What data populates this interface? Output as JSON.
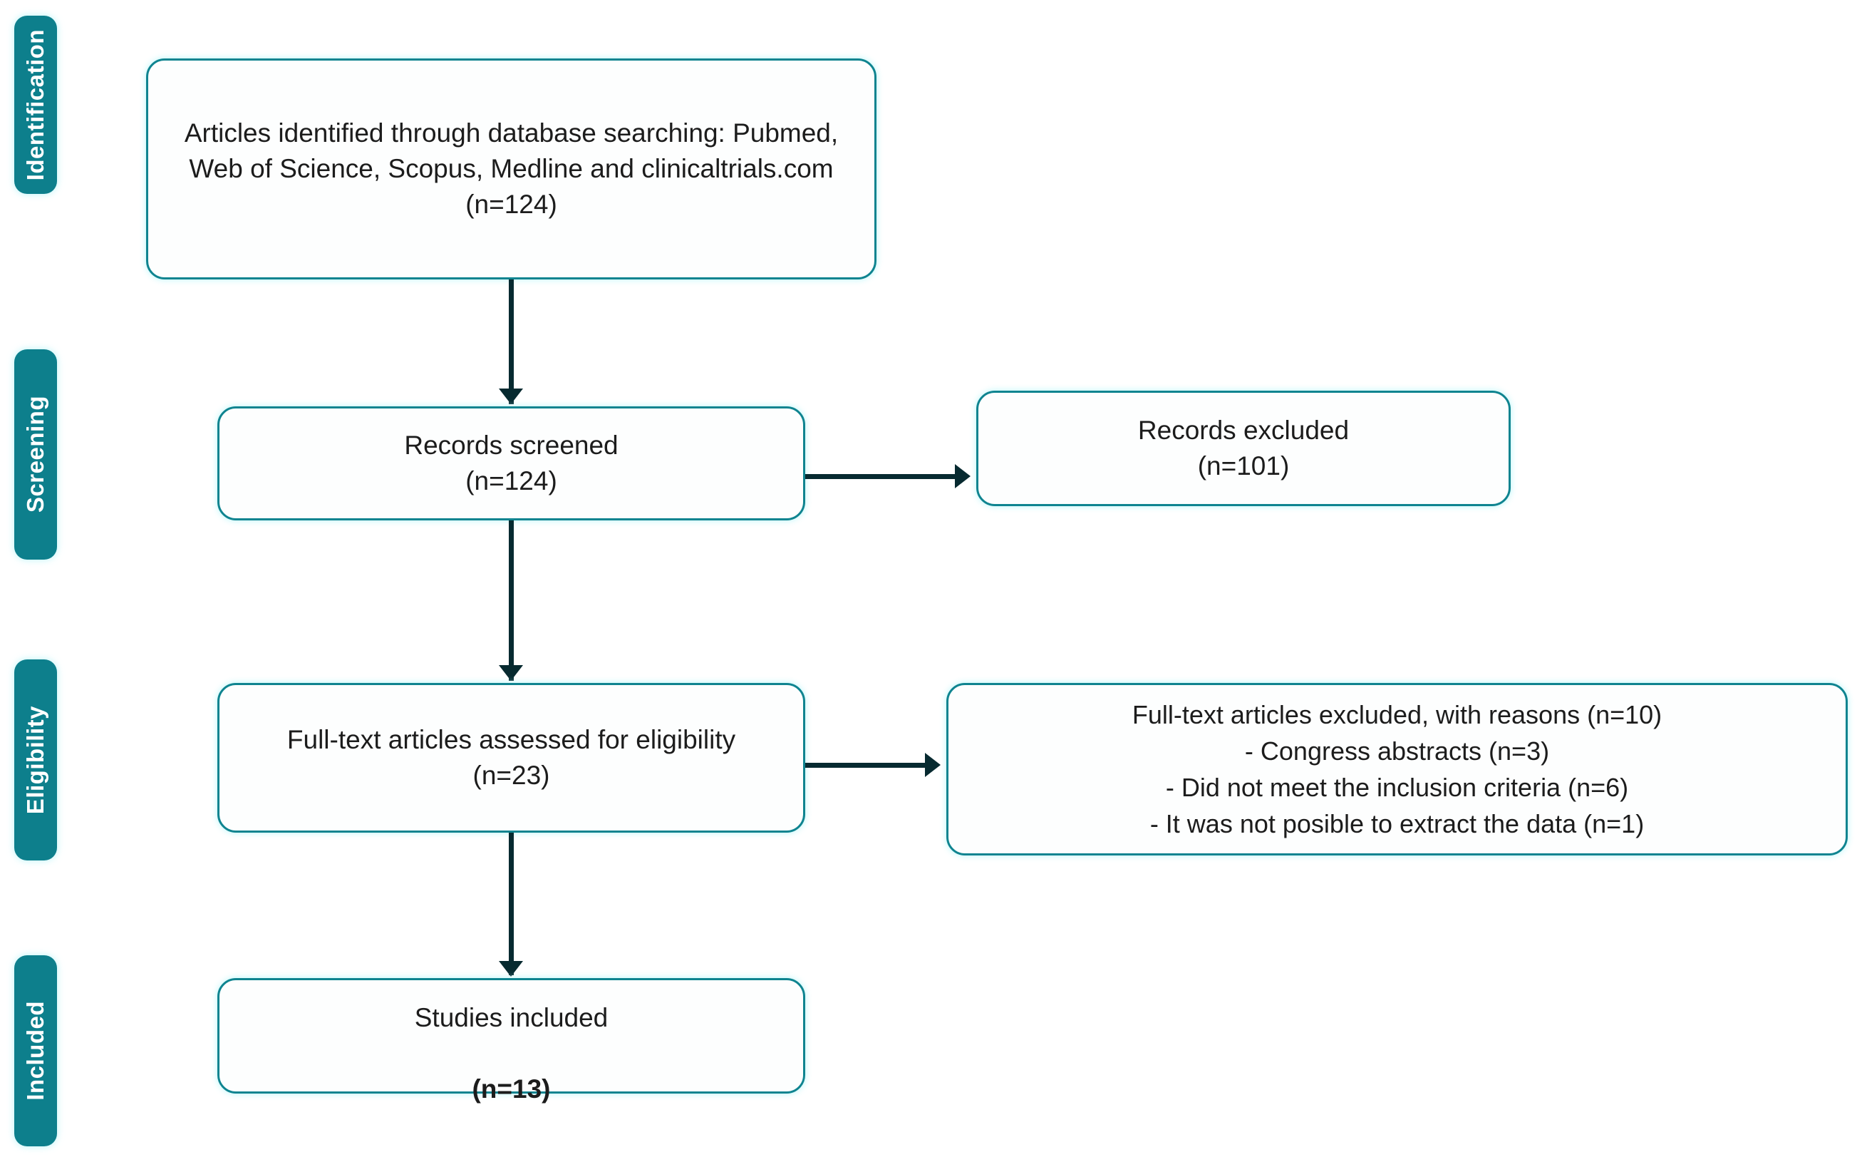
{
  "diagram": {
    "type": "prisma-flow-diagram",
    "accent_color": "#0f8490",
    "stage_bar_color": "#0d7f8c",
    "connector_color": "#072a30",
    "box_background": "#fdfefe",
    "text_color": "#1c1c1c"
  },
  "stages": [
    {
      "label": "Identification"
    },
    {
      "label": "Screening"
    },
    {
      "label": "Eligibility"
    },
    {
      "label": "Included"
    }
  ],
  "boxes": {
    "identified": {
      "text": "Articles identified through database searching: Pubmed, Web of Science, Scopus, Medline and clinicaltrials.com (n=124)",
      "count": "124"
    },
    "screened": {
      "text": "Records screened\n(n=124)",
      "count": "124"
    },
    "records_excluded": {
      "text": "Records excluded\n(n=101)",
      "count": "101"
    },
    "fulltext_assessed": {
      "text": "Full-text articles assessed for eligibility\n(n=23)",
      "count": "23"
    },
    "fulltext_excluded": {
      "heading": "Full-text articles excluded, with reasons (n=10)",
      "reasons": [
        "-   Congress abstracts (n=3)",
        "-   Did not meet the inclusion criteria (n=6)",
        "-   It was not posible to extract the data (n=1)"
      ],
      "text": "Full-text articles excluded, with reasons (n=10)\n-   Congress abstracts (n=3)\n-   Did not meet the inclusion criteria (n=6)\n-   It was not posible to extract the data (n=1)",
      "count": "10"
    },
    "studies_included": {
      "label": "Studies included",
      "count_label": "(n=13)",
      "count": "13"
    }
  }
}
